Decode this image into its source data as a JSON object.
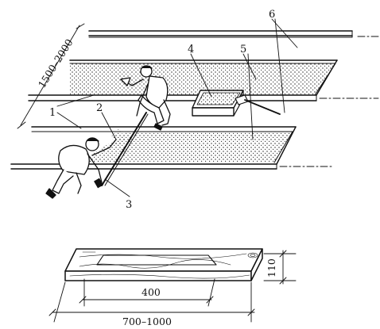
{
  "figure": {
    "callouts": [
      "1",
      "2",
      "3",
      "4",
      "5",
      "6"
    ],
    "dimensions": {
      "strip_spacing": "1500–2000",
      "rule_section_height": "110",
      "rule_insert_length": "400",
      "rule_total_length": "700–1000"
    },
    "colors": {
      "ink": "#111111",
      "paper": "#ffffff"
    }
  }
}
